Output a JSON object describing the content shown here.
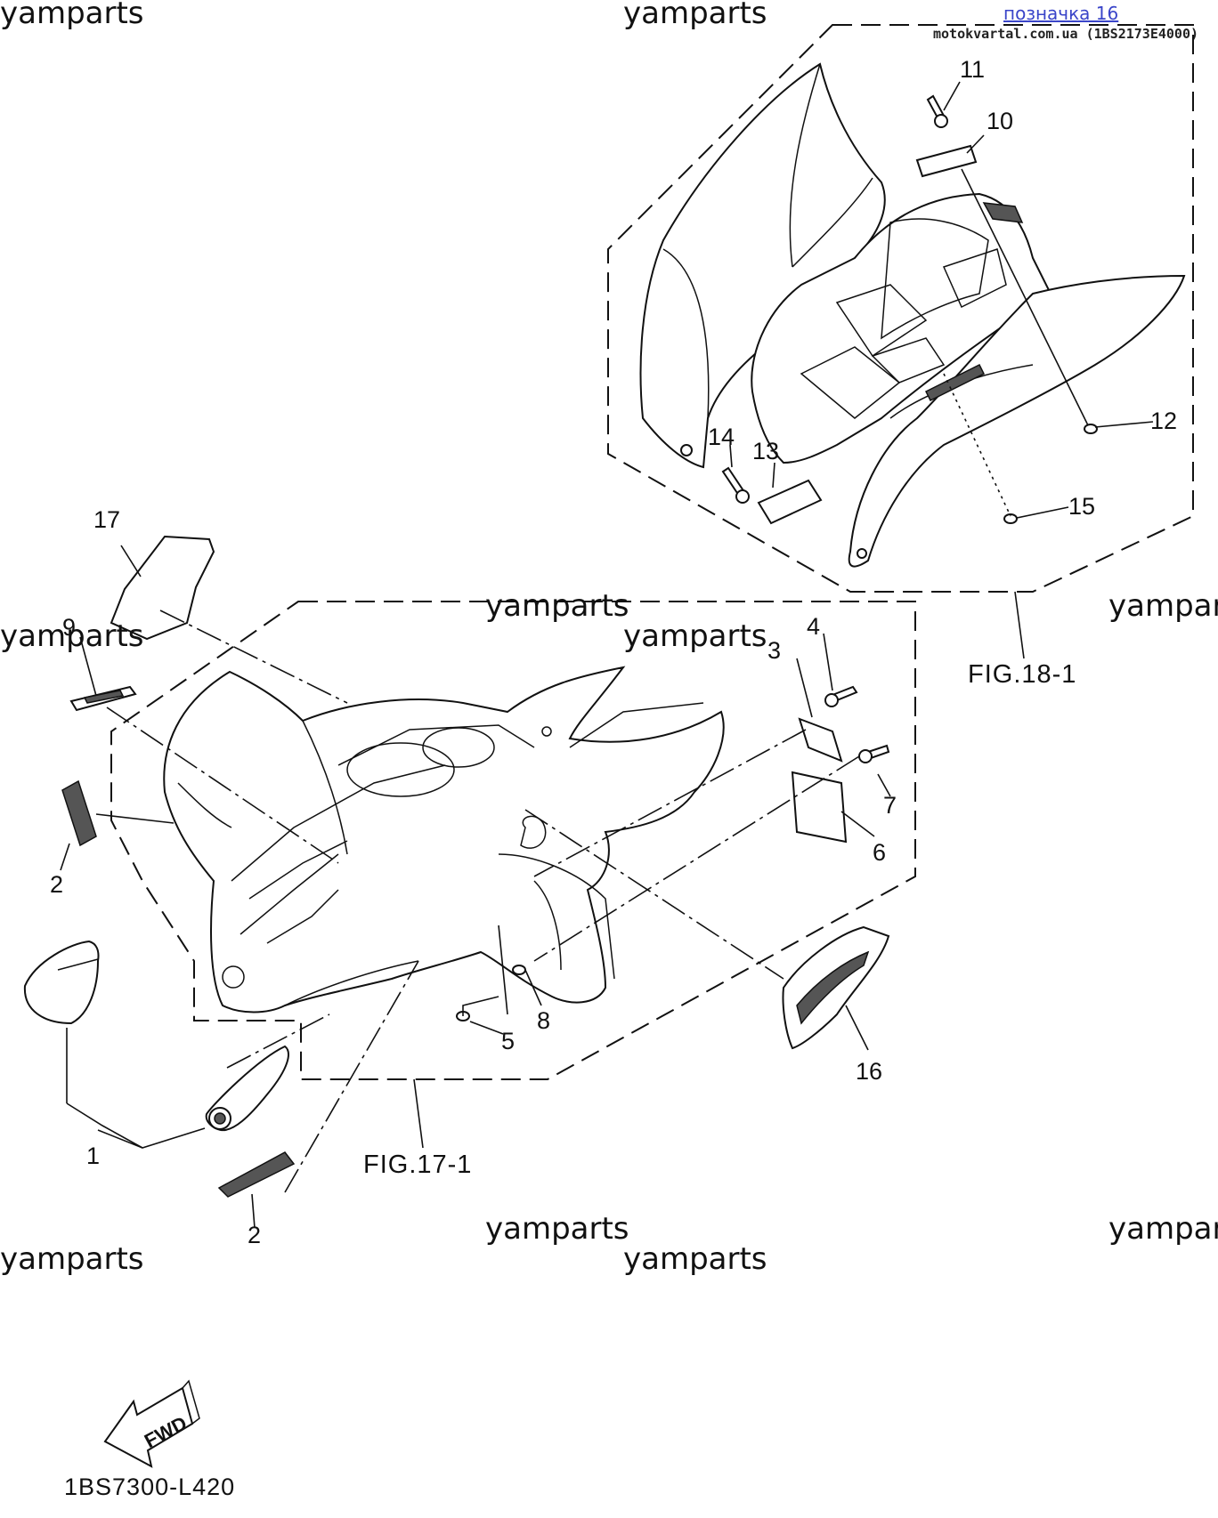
{
  "watermarks": [
    {
      "id": "wm-1",
      "text": "yamparts"
    },
    {
      "id": "wm-2",
      "text": "yamparts"
    },
    {
      "id": "wm-3",
      "text": "yamparts"
    },
    {
      "id": "wm-4",
      "text": "yamparts"
    },
    {
      "id": "wm-5",
      "text": "yamparts"
    },
    {
      "id": "wm-6",
      "text": "yampar"
    },
    {
      "id": "wm-7",
      "text": "yamparts"
    },
    {
      "id": "wm-8",
      "text": "yamparts"
    },
    {
      "id": "wm-9",
      "text": "yampar"
    },
    {
      "id": "wm-10",
      "text": "yamparts"
    }
  ],
  "header": {
    "link_label": "позначка 16",
    "source": "motokvartal.com.ua (1BS2173E4000)"
  },
  "callouts": [
    "1",
    "2",
    "2",
    "3",
    "4",
    "5",
    "6",
    "7",
    "8",
    "9",
    "10",
    "11",
    "12",
    "13",
    "14",
    "15",
    "16",
    "17"
  ],
  "figure_refs": {
    "front": "FIG.17-1",
    "rear": "FIG.18-1"
  },
  "fwd_label": "FWD",
  "diagram_code": "1BS7300-L420"
}
